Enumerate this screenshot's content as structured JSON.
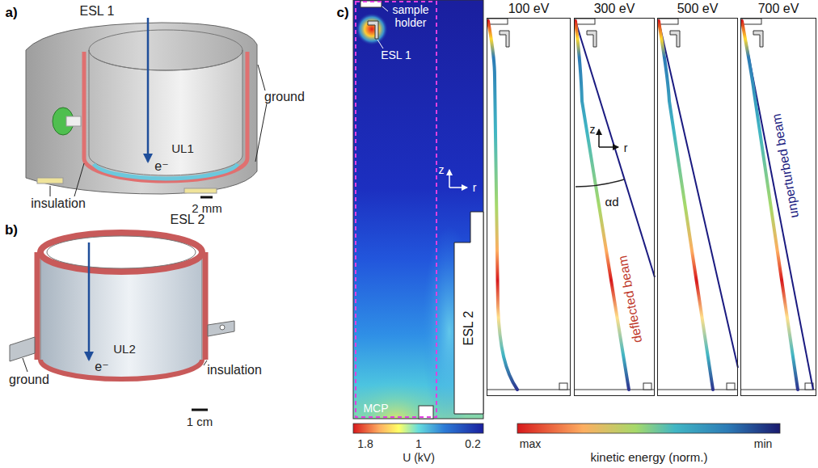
{
  "diagram": {
    "nodes": [
      {
        "text": [
          "ESL 2"
        ]
      },
      {
        "text": [
          "100 eV"
        ]
      },
      {
        "text": [
          "300 eV"
        ]
      },
      {
        "text": [
          "500 eV"
        ]
      },
      {
        "text": [
          "700 eV"
        ]
      }
    ],
    "labels": [
      "a)",
      "ESL 1",
      "e⁻",
      "UL1",
      "ground",
      "insulation",
      "2 mm",
      "b)",
      "ESL 2",
      "e⁻",
      "ground",
      "UL2",
      "insulation",
      "1 cm",
      "c)",
      "sample holder",
      "ESL 1",
      "z",
      "r",
      "MCP",
      "1.8",
      "1",
      "0.2",
      "U (kV)",
      "z",
      "r",
      "αd",
      "deflected beam",
      "unperturbed beam",
      "max",
      "min",
      "kinetic energy (norm.)"
    ]
  }
}
